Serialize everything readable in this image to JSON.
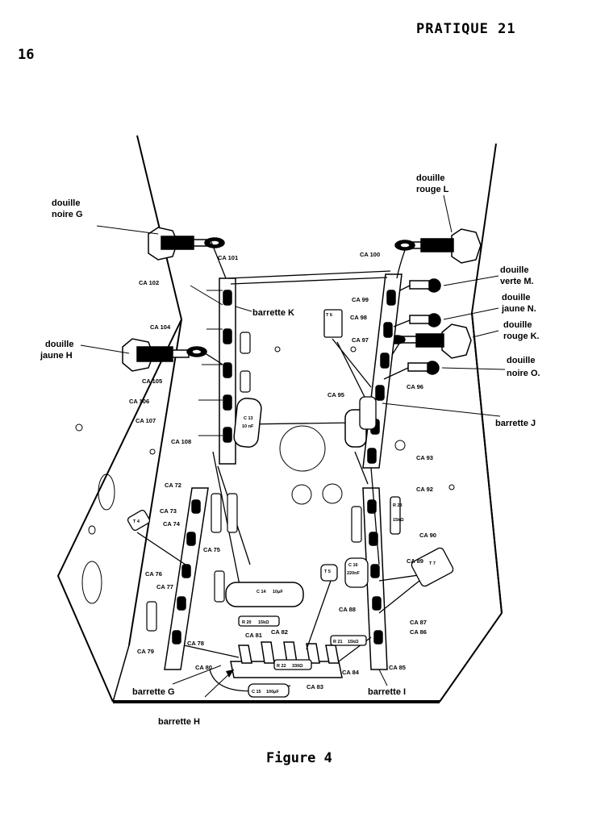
{
  "page": {
    "number": "16",
    "header": "PRATIQUE 21",
    "caption": "Figure 4"
  },
  "figure": {
    "labels": {
      "douille_noire_g": [
        "douille",
        "noire G"
      ],
      "douille_jaune_h": [
        "douille",
        "jaune H"
      ],
      "douille_rouge_l": [
        "douille",
        "rouge L"
      ],
      "douille_verte_m": [
        "douille",
        "verte M."
      ],
      "douille_jaune_n": [
        "douille",
        "jaune N."
      ],
      "douille_rouge_k": [
        "douille",
        "rouge K."
      ],
      "douille_noire_o": [
        "douille",
        "noire O."
      ],
      "barrette_k": "barrette K",
      "barrette_j": "barrette J",
      "barrette_g": "barrette G",
      "barrette_h": "barrette H",
      "barrette_i": "barrette I"
    },
    "points": {
      "ca101": "CA 101",
      "ca102": "CA 102",
      "ca104": "CA 104",
      "ca105": "CA 105",
      "ca106": "CA 106",
      "ca107": "CA 107",
      "ca108": "CA 108",
      "ca100": "CA 100",
      "ca99": "CA 99",
      "ca98": "CA 98",
      "ca97": "CA 97",
      "ca96": "CA 96",
      "ca95": "CA 95",
      "ca93": "CA 93",
      "ca92": "CA 92",
      "ca90": "CA 90",
      "ca89": "CA 89",
      "ca88": "CA 88",
      "ca87": "CA 87",
      "ca86": "CA 86",
      "ca85": "CA 85",
      "ca84": "CA 84",
      "ca83": "CA 83",
      "ca82": "CA 82",
      "ca81": "CA 81",
      "ca80": "CA 80",
      "ca79": "CA 79",
      "ca78": "CA 78",
      "ca77": "CA 77",
      "ca76": "CA 76",
      "ca75": "CA 75",
      "ca74": "CA 74",
      "ca73": "CA 73",
      "ca72": "CA 72"
    },
    "components": {
      "c13": [
        "C 13",
        "10 nF"
      ],
      "c14": [
        "C 14",
        "10μF"
      ],
      "c15": [
        "C 15",
        "100μF"
      ],
      "c16": [
        "C 16",
        "220nF"
      ],
      "r20": [
        "R 20",
        "15kΩ"
      ],
      "r21": [
        "R 21",
        "15kΩ"
      ],
      "r22": [
        "R 22",
        "330Ω"
      ],
      "r23": [
        "R 23",
        "15kΩ"
      ],
      "t4": "T 4",
      "t5": "T 5",
      "t6": "T 6",
      "t7": "T 7"
    }
  }
}
